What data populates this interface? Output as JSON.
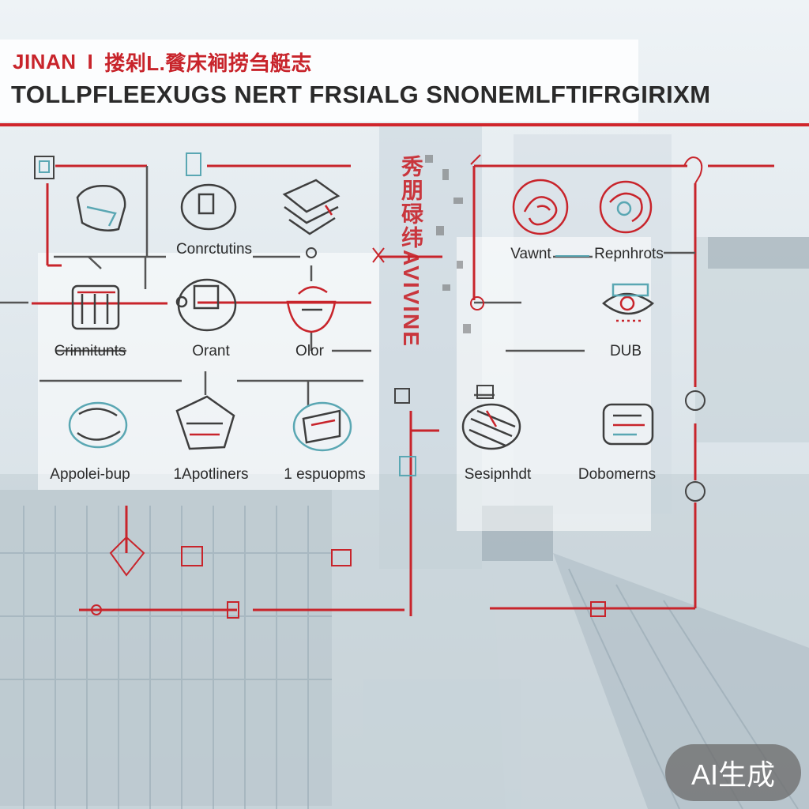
{
  "header": {
    "city": "JINAN",
    "separator": "I",
    "chinese_title": "搂剁L.餮床裥捞刍艇志",
    "subtitle": "TOLLPFLEEXUGS NERT FRSIALG SNONEMLFTIFRGIRIXM"
  },
  "vertical_text": "秀朋碌纬AVIVINE",
  "nodes": [
    {
      "label": "Conrctutins",
      "icon": "tray-icon"
    },
    {
      "label": "Vawnt",
      "icon": "swirl-icon"
    },
    {
      "label": "Repnhrots",
      "icon": "orb-icon"
    },
    {
      "label": "Crinnitunts",
      "icon": "beaker-icon"
    },
    {
      "label": "Orant",
      "icon": "device-icon"
    },
    {
      "label": "Olor",
      "icon": "bowl-icon"
    },
    {
      "label": "DUB",
      "icon": "eye-card-icon"
    },
    {
      "label": "Appolei-bup",
      "icon": "disc-icon"
    },
    {
      "label": "1Apotliners",
      "icon": "machine-icon"
    },
    {
      "label": "1 espuopms",
      "icon": "scroll-icon"
    },
    {
      "label": "Sesipnhdt",
      "icon": "hatched-icon"
    },
    {
      "label": "Dobomerns",
      "icon": "document-icon"
    }
  ],
  "watermark": "AI生成",
  "colors": {
    "accent_red": "#c8242b",
    "line_dark": "#444444",
    "icon_teal": "#5aa7b3"
  }
}
